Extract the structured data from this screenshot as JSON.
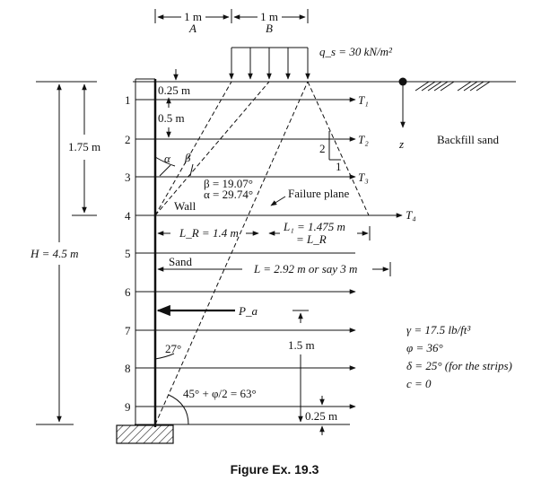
{
  "dims": {
    "top_left_width": "1 m",
    "top_left_label": "A",
    "top_right_width": "1 m",
    "top_right_label": "B",
    "surcharge": "q_s = 30 kN/m²",
    "top_spacing": "0.25 m",
    "strip_spacing": "0.5 m",
    "depth_175": "1.75 m",
    "wall_height": "H = 4.5 m",
    "height_15": "1.5 m",
    "bottom_spacing": "0.25 m"
  },
  "strips": {
    "numbers": [
      "1",
      "2",
      "3",
      "4",
      "5",
      "6",
      "7",
      "8",
      "9"
    ],
    "tensions": [
      "T₁",
      "T₂",
      "T₃",
      "T₄"
    ]
  },
  "labels": {
    "backfill": "Backfill sand",
    "z_axis": "z",
    "slope_v": "2",
    "slope_h": "1",
    "alpha": "α",
    "beta": "β",
    "beta_val": "β = 19.07°",
    "alpha_val": "α = 29.74°",
    "failure_plane": "Failure plane",
    "wall": "Wall",
    "lr": "L_R = 1.4 m",
    "l1_line1": "L₁ = 1.475 m",
    "l1_line2": "= L_R",
    "sand": "Sand",
    "length": "L = 2.92 m or say 3 m",
    "pa": "P_a",
    "angle_27": "27°",
    "angle_63": "45° + φ/2 = 63°"
  },
  "properties": [
    "γ = 17.5 lb/ft³",
    "φ = 36°",
    "δ = 25° (for the strips)",
    "c = 0"
  ],
  "caption": "Figure Ex. 19.3"
}
